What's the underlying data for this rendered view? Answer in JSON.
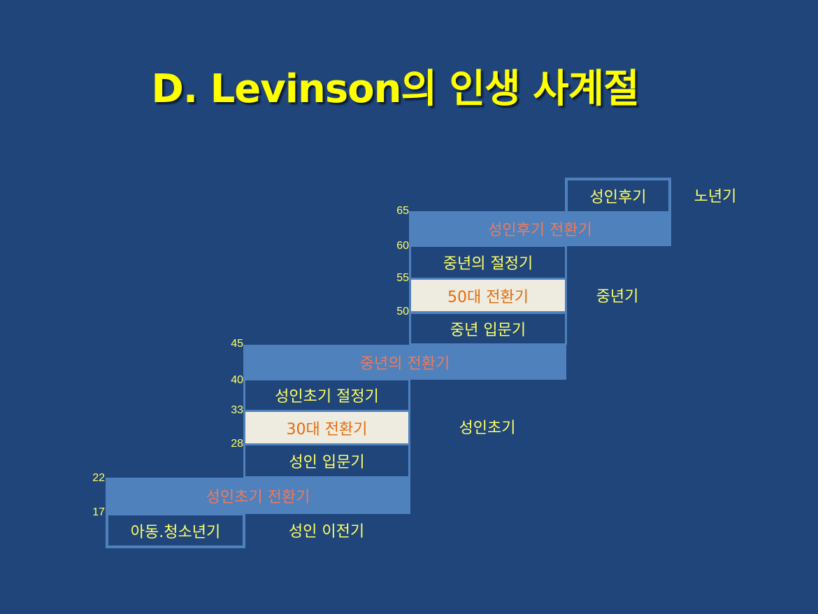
{
  "title": "D. Levinson의 인생 사계절",
  "cells": {
    "childhood": "아동.청소년기",
    "early_adult_transition": "성인초기 전환기",
    "entering_adult": "성인 입문기",
    "age30_transition": "30대 전환기",
    "early_adult_culmination": "성인초기 절정기",
    "midlife_transition": "중년의 전환기",
    "entering_middle": "중년 입문기",
    "age50_transition": "50대 전환기",
    "middle_culmination": "중년의 절정기",
    "late_adult_transition": "성인후기 전환기",
    "late_adult": "성인후기"
  },
  "eras": {
    "pre_adult": "성인 이전기",
    "early_adult": "성인초기",
    "middle_adult": "중년기",
    "old_age": "노년기"
  },
  "ages": [
    "17",
    "22",
    "28",
    "33",
    "40",
    "45",
    "50",
    "55",
    "60",
    "65"
  ]
}
